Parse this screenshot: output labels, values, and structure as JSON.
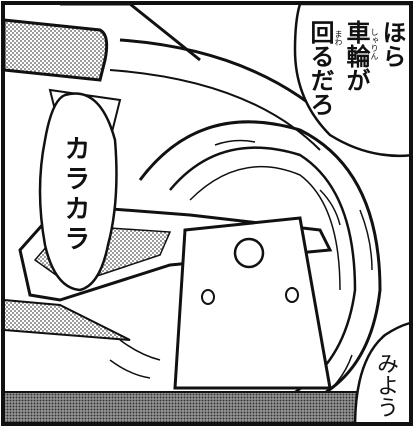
{
  "panel": {
    "speech_bubble_right": {
      "column_1": "ほら",
      "column_2": "車輪が",
      "column_3": "回るだろ",
      "ruby_sharin": "しゃりん",
      "ruby_mawa": "まわ"
    },
    "speech_bubble_left": {
      "sound_effect": "カラカラ"
    },
    "speech_bubble_bottom_right": {
      "text": "みよう"
    }
  }
}
